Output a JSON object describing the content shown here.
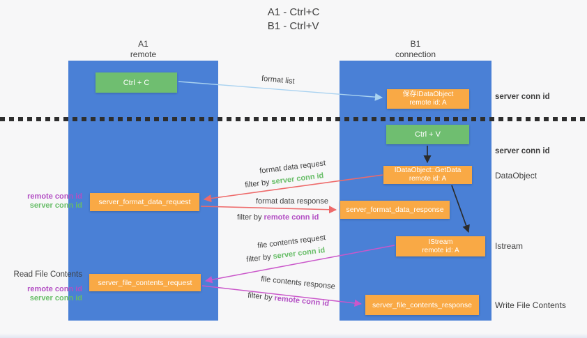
{
  "colors": {
    "column_blue": "#4a80d6",
    "box_green": "#6fbe70",
    "box_orange": "#f9a945",
    "arrow_red": "#ee6a6a",
    "arrow_magenta": "#ca57ca",
    "arrow_blue": "#a9d2f0",
    "arrow_black": "#2b2b2b",
    "text_green": "#67bd67",
    "text_purple": "#b34fc4",
    "text_dark": "#3e3e3e"
  },
  "title": {
    "line1": "A1 - Ctrl+C",
    "line2": "B1 - Ctrl+V"
  },
  "columns": {
    "a1": {
      "title": "A1",
      "subtitle": "remote"
    },
    "b1": {
      "title": "B1",
      "subtitle": "connection"
    }
  },
  "nodes": {
    "ctrl_c": "Ctrl + C",
    "ctrl_v": "Ctrl + V",
    "save_idataobject": {
      "line1": "保存IDataObject",
      "line2": "remote id: A"
    },
    "getdata": {
      "line1": "IDataObject::GetData",
      "line2": "remote id: A"
    },
    "istream": {
      "line1": "IStream",
      "line2": "remote id: A"
    },
    "format_request": "server_format_data_request",
    "format_response": "server_format_data_response",
    "file_request": "server_file_contents_request",
    "file_response": "server_file_contents_response"
  },
  "edge_labels": {
    "format_list": "format list",
    "format_data_request": "format data request",
    "format_data_response": "format data response",
    "file_contents_request": "file contents request",
    "file_contents_response": "file contents response",
    "filter_by": "filter by",
    "server_conn_id": "server conn id",
    "remote_conn_id": "remote conn id"
  },
  "side_labels": {
    "read_file_contents": "Read File Contents",
    "write_file_contents": "Write File Contents",
    "dataobject": "DataObject",
    "istream": "Istream",
    "server_conn_id": "server conn id",
    "remote_conn_id": "remote conn id"
  }
}
